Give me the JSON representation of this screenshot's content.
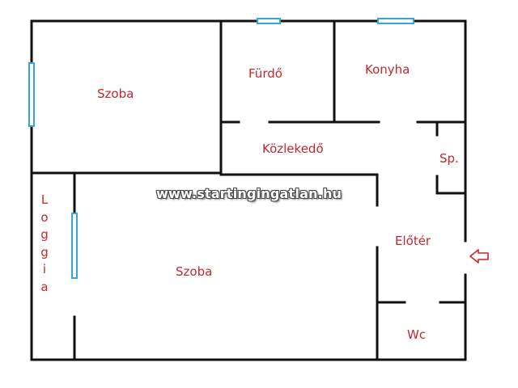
{
  "rooms": {
    "szoba_1": "Szoba",
    "furdo": "Fürdő",
    "konyha": "Konyha",
    "kozlekedo": "Közlekedő",
    "sp": "Sp.",
    "loggia": "Loggia",
    "szoba_2": "Szoba",
    "eloter": "Előtér",
    "wc": "Wc"
  },
  "watermark": "www.startingingatlan.hu",
  "colors": {
    "wall": "#111111",
    "window": "#35a7d6",
    "label": "#c0282d",
    "entrance_arrow": "#d0202a"
  },
  "icons": {
    "entrance": "arrow-left-icon"
  }
}
